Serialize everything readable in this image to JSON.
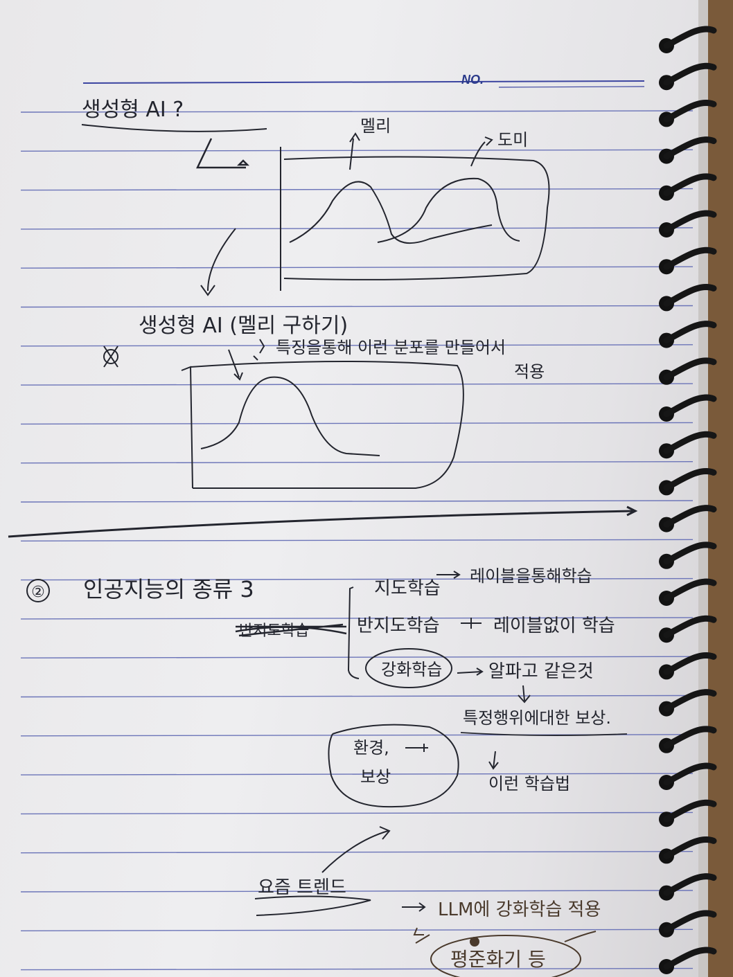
{
  "header": {
    "no_label": "NO."
  },
  "section1": {
    "title": "생성형 AI ?",
    "label_peak1": "멜리",
    "label_peak2": "도미",
    "title2": "생성형 AI (멜리 구하기)",
    "note": "특징을통해 이런 분포를 만들어서",
    "note2": "적용"
  },
  "section2": {
    "number": "②",
    "heading": "인공지능의 종류 3",
    "crossed_out": "반지도학습",
    "items": [
      {
        "term": "지도학습",
        "desc": "레이블을통해학습"
      },
      {
        "term": "반지도학습",
        "desc": "레이블없이 학습"
      },
      {
        "term": "강화학습",
        "desc": "알파고 같은것"
      }
    ],
    "reward_note": "특정행위에대한 보상.",
    "learning_note": "이런 학습법",
    "env_line1": "환경,",
    "env_line2": "보상",
    "trend_label": "요즘 트렌드",
    "llm_note": "LLM에 강화학습 적용",
    "bottom_note": "평준화기 등"
  },
  "colors": {
    "paper": "#ecebee",
    "ruled_line": "#6b74b8",
    "ink": "#23252e",
    "ring": "#131313",
    "brown_ink": "#4a3a2c"
  }
}
